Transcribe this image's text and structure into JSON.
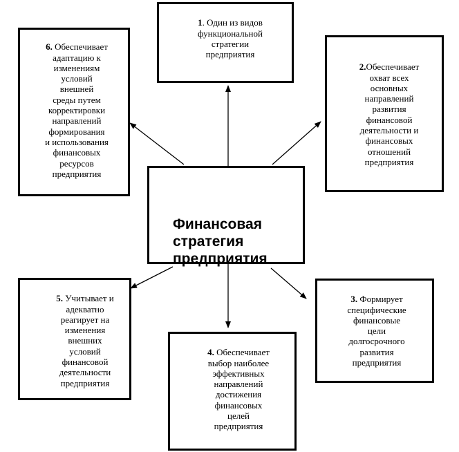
{
  "center": {
    "text": "Финансовая\nстратегия\nпредприятия"
  },
  "boxes": [
    {
      "num": "1",
      "text": ". Один из видов\nфункциональной\nстратегии\nпредприятия"
    },
    {
      "num": "2.",
      "text": "Обеспечивает\nохват всех\nосновных\nнаправлений\nразвития\nфинансовой\nдеятельности и\nфинансовых\nотношений\nпредприятия"
    },
    {
      "num": "3.",
      "text": " Формирует\nспецифические\nфинансовые\nцели\nдолгосрочного\nразвития\nпредприятия"
    },
    {
      "num": "4.",
      "text": " Обеспечивает\nвыбор наиболее\nэффективных\nнаправлений\nдостижения\nфинансовых\nцелей\nпредприятия"
    },
    {
      "num": "5.",
      "text": " Учитывает и\nадекватно\nреагирует на\nизменения\nвнешних\nусловий\nфинансовой\nдеятельности\nпредприятия"
    },
    {
      "num": "6.",
      "text": " Обеспечивает\nадаптацию к\nизменениям\nусловий\nвнешней\nсреды путем\nкорректировки\nнаправлений\nформирования\nи использования\nфинансовых\nресурсов\nпредприятия"
    }
  ]
}
